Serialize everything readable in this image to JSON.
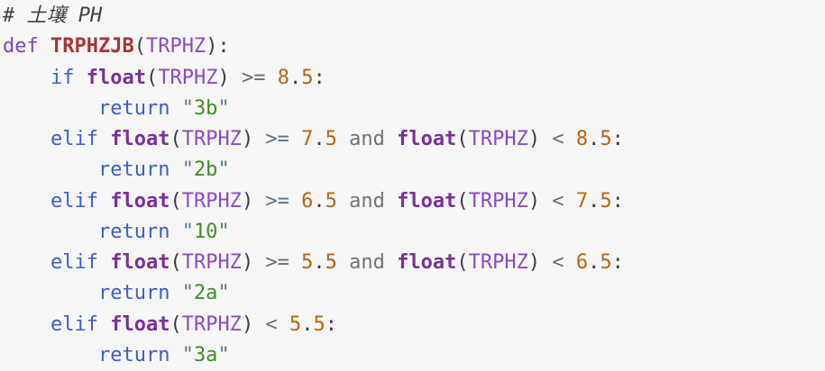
{
  "colors": {
    "background": "#f6f6f6",
    "default": "#3a3c42",
    "comment": "#3e4046",
    "keyword": "#3c5ecc",
    "definition_keyword": "#8442c1",
    "builtin": "#7a2f9e",
    "function_name": "#aa3431",
    "variable": "#8d4ac2",
    "number": "#b9650e",
    "operator": "#60707e",
    "logical_word": "#737373",
    "quote": "#567a8c",
    "string": "#3f8f28"
  },
  "code": {
    "lines": [
      {
        "tokens": [
          {
            "c": "comment",
            "t": "# 土壤 PH"
          }
        ]
      },
      {
        "tokens": [
          {
            "c": "definition_keyword",
            "t": "def "
          },
          {
            "c": "function_name",
            "t": "TRPHZJB"
          },
          {
            "c": "default",
            "t": "("
          },
          {
            "c": "variable",
            "t": "TRPHZ"
          },
          {
            "c": "default",
            "t": "):"
          }
        ]
      },
      {
        "tokens": [
          {
            "c": "default",
            "t": "    "
          },
          {
            "c": "keyword",
            "t": "if "
          },
          {
            "c": "builtin",
            "t": "float"
          },
          {
            "c": "default",
            "t": "("
          },
          {
            "c": "variable",
            "t": "TRPHZ"
          },
          {
            "c": "default",
            "t": ")"
          },
          {
            "c": "operator",
            "t": " >= "
          },
          {
            "c": "number",
            "t": "8"
          },
          {
            "c": "default",
            "t": "."
          },
          {
            "c": "number",
            "t": "5"
          },
          {
            "c": "default",
            "t": ":"
          }
        ]
      },
      {
        "tokens": [
          {
            "c": "default",
            "t": "        "
          },
          {
            "c": "keyword",
            "t": "return "
          },
          {
            "c": "quote",
            "t": "\""
          },
          {
            "c": "string",
            "t": "3b"
          },
          {
            "c": "quote",
            "t": "\""
          }
        ]
      },
      {
        "tokens": [
          {
            "c": "default",
            "t": "    "
          },
          {
            "c": "keyword",
            "t": "elif "
          },
          {
            "c": "builtin",
            "t": "float"
          },
          {
            "c": "default",
            "t": "("
          },
          {
            "c": "variable",
            "t": "TRPHZ"
          },
          {
            "c": "default",
            "t": ")"
          },
          {
            "c": "operator",
            "t": " >= "
          },
          {
            "c": "number",
            "t": "7"
          },
          {
            "c": "default",
            "t": "."
          },
          {
            "c": "number",
            "t": "5"
          },
          {
            "c": "logical_word",
            "t": " and "
          },
          {
            "c": "builtin",
            "t": "float"
          },
          {
            "c": "default",
            "t": "("
          },
          {
            "c": "variable",
            "t": "TRPHZ"
          },
          {
            "c": "default",
            "t": ")"
          },
          {
            "c": "operator",
            "t": " < "
          },
          {
            "c": "number",
            "t": "8"
          },
          {
            "c": "default",
            "t": "."
          },
          {
            "c": "number",
            "t": "5"
          },
          {
            "c": "default",
            "t": ":"
          }
        ]
      },
      {
        "tokens": [
          {
            "c": "default",
            "t": "        "
          },
          {
            "c": "keyword",
            "t": "return "
          },
          {
            "c": "quote",
            "t": "\""
          },
          {
            "c": "string",
            "t": "2b"
          },
          {
            "c": "quote",
            "t": "\""
          }
        ]
      },
      {
        "tokens": [
          {
            "c": "default",
            "t": "    "
          },
          {
            "c": "keyword",
            "t": "elif "
          },
          {
            "c": "builtin",
            "t": "float"
          },
          {
            "c": "default",
            "t": "("
          },
          {
            "c": "variable",
            "t": "TRPHZ"
          },
          {
            "c": "default",
            "t": ")"
          },
          {
            "c": "operator",
            "t": " >= "
          },
          {
            "c": "number",
            "t": "6"
          },
          {
            "c": "default",
            "t": "."
          },
          {
            "c": "number",
            "t": "5"
          },
          {
            "c": "logical_word",
            "t": " and "
          },
          {
            "c": "builtin",
            "t": "float"
          },
          {
            "c": "default",
            "t": "("
          },
          {
            "c": "variable",
            "t": "TRPHZ"
          },
          {
            "c": "default",
            "t": ")"
          },
          {
            "c": "operator",
            "t": " < "
          },
          {
            "c": "number",
            "t": "7"
          },
          {
            "c": "default",
            "t": "."
          },
          {
            "c": "number",
            "t": "5"
          },
          {
            "c": "default",
            "t": ":"
          }
        ]
      },
      {
        "tokens": [
          {
            "c": "default",
            "t": "        "
          },
          {
            "c": "keyword",
            "t": "return "
          },
          {
            "c": "quote",
            "t": "\""
          },
          {
            "c": "string",
            "t": "10"
          },
          {
            "c": "quote",
            "t": "\""
          }
        ]
      },
      {
        "tokens": [
          {
            "c": "default",
            "t": "    "
          },
          {
            "c": "keyword",
            "t": "elif "
          },
          {
            "c": "builtin",
            "t": "float"
          },
          {
            "c": "default",
            "t": "("
          },
          {
            "c": "variable",
            "t": "TRPHZ"
          },
          {
            "c": "default",
            "t": ")"
          },
          {
            "c": "operator",
            "t": " >= "
          },
          {
            "c": "number",
            "t": "5"
          },
          {
            "c": "default",
            "t": "."
          },
          {
            "c": "number",
            "t": "5"
          },
          {
            "c": "logical_word",
            "t": " and "
          },
          {
            "c": "builtin",
            "t": "float"
          },
          {
            "c": "default",
            "t": "("
          },
          {
            "c": "variable",
            "t": "TRPHZ"
          },
          {
            "c": "default",
            "t": ")"
          },
          {
            "c": "operator",
            "t": " < "
          },
          {
            "c": "number",
            "t": "6"
          },
          {
            "c": "default",
            "t": "."
          },
          {
            "c": "number",
            "t": "5"
          },
          {
            "c": "default",
            "t": ":"
          }
        ]
      },
      {
        "tokens": [
          {
            "c": "default",
            "t": "        "
          },
          {
            "c": "keyword",
            "t": "return "
          },
          {
            "c": "quote",
            "t": "\""
          },
          {
            "c": "string",
            "t": "2a"
          },
          {
            "c": "quote",
            "t": "\""
          }
        ]
      },
      {
        "tokens": [
          {
            "c": "default",
            "t": "    "
          },
          {
            "c": "keyword",
            "t": "elif "
          },
          {
            "c": "builtin",
            "t": "float"
          },
          {
            "c": "default",
            "t": "("
          },
          {
            "c": "variable",
            "t": "TRPHZ"
          },
          {
            "c": "default",
            "t": ")"
          },
          {
            "c": "operator",
            "t": " < "
          },
          {
            "c": "number",
            "t": "5"
          },
          {
            "c": "default",
            "t": "."
          },
          {
            "c": "number",
            "t": "5"
          },
          {
            "c": "default",
            "t": ":"
          }
        ]
      },
      {
        "tokens": [
          {
            "c": "default",
            "t": "        "
          },
          {
            "c": "keyword",
            "t": "return "
          },
          {
            "c": "quote",
            "t": "\""
          },
          {
            "c": "string",
            "t": "3a"
          },
          {
            "c": "quote",
            "t": "\""
          }
        ]
      }
    ]
  }
}
